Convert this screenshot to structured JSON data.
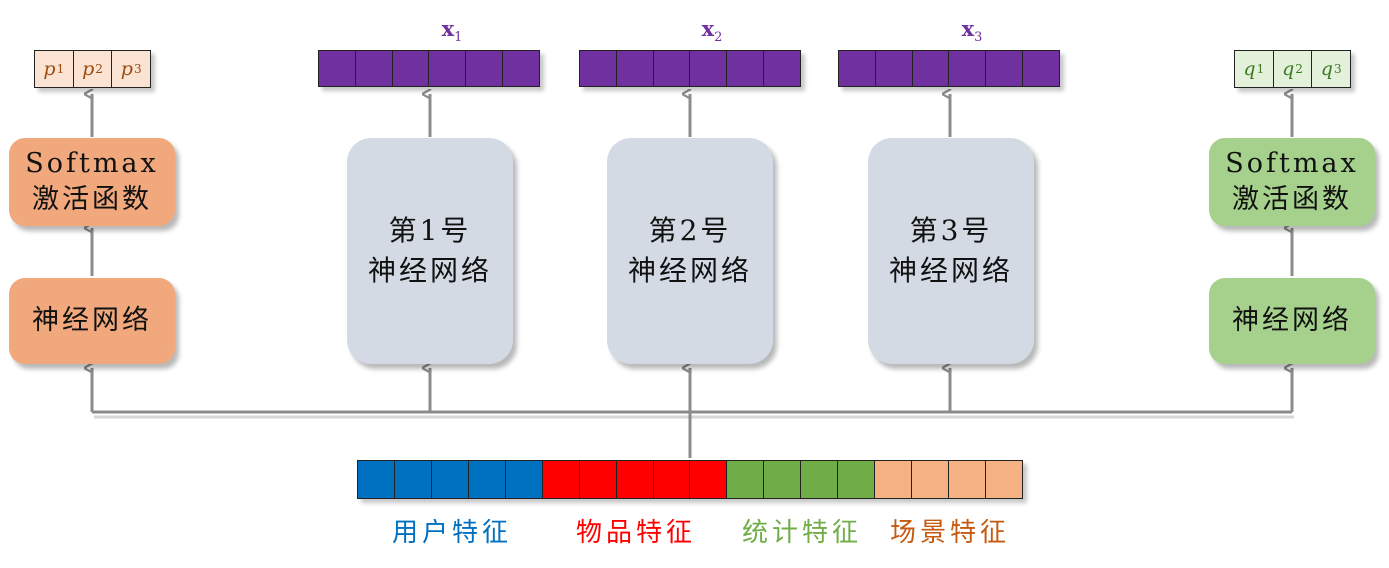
{
  "left_head": {
    "network_label": "神经网络",
    "activation_line1": "Softmax",
    "activation_line2": "激活函数",
    "outputs": [
      {
        "sym": "p",
        "sub": "1"
      },
      {
        "sym": "p",
        "sub": "2"
      },
      {
        "sym": "p",
        "sub": "3"
      }
    ]
  },
  "right_head": {
    "network_label": "神经网络",
    "activation_line1": "Softmax",
    "activation_line2": "激活函数",
    "outputs": [
      {
        "sym": "q",
        "sub": "1"
      },
      {
        "sym": "q",
        "sub": "2"
      },
      {
        "sym": "q",
        "sub": "3"
      }
    ]
  },
  "experts": [
    {
      "line1": "第1号",
      "line2": "神经网络",
      "output_sym": "x",
      "output_sub": "1"
    },
    {
      "line1": "第2号",
      "line2": "神经网络",
      "output_sym": "x",
      "output_sub": "2"
    },
    {
      "line1": "第3号",
      "line2": "神经网络",
      "output_sym": "x",
      "output_sub": "3"
    }
  ],
  "feature_groups": [
    {
      "label": "用户特征",
      "color": "#0070c0",
      "cells": 5
    },
    {
      "label": "物品特征",
      "color": "#ff0000",
      "cells": 5
    },
    {
      "label": "统计特征",
      "color": "#70ad47",
      "cells": 4
    },
    {
      "label": "场景特征",
      "color": "#f4b183",
      "label_color": "#c55a11",
      "cells": 4
    }
  ],
  "colors": {
    "expert_output": "#7030a0",
    "left_head": "#f0a87c",
    "right_head": "#a6d18c",
    "expert_box": "#d3dae4",
    "wire": "#8c8c8c"
  }
}
